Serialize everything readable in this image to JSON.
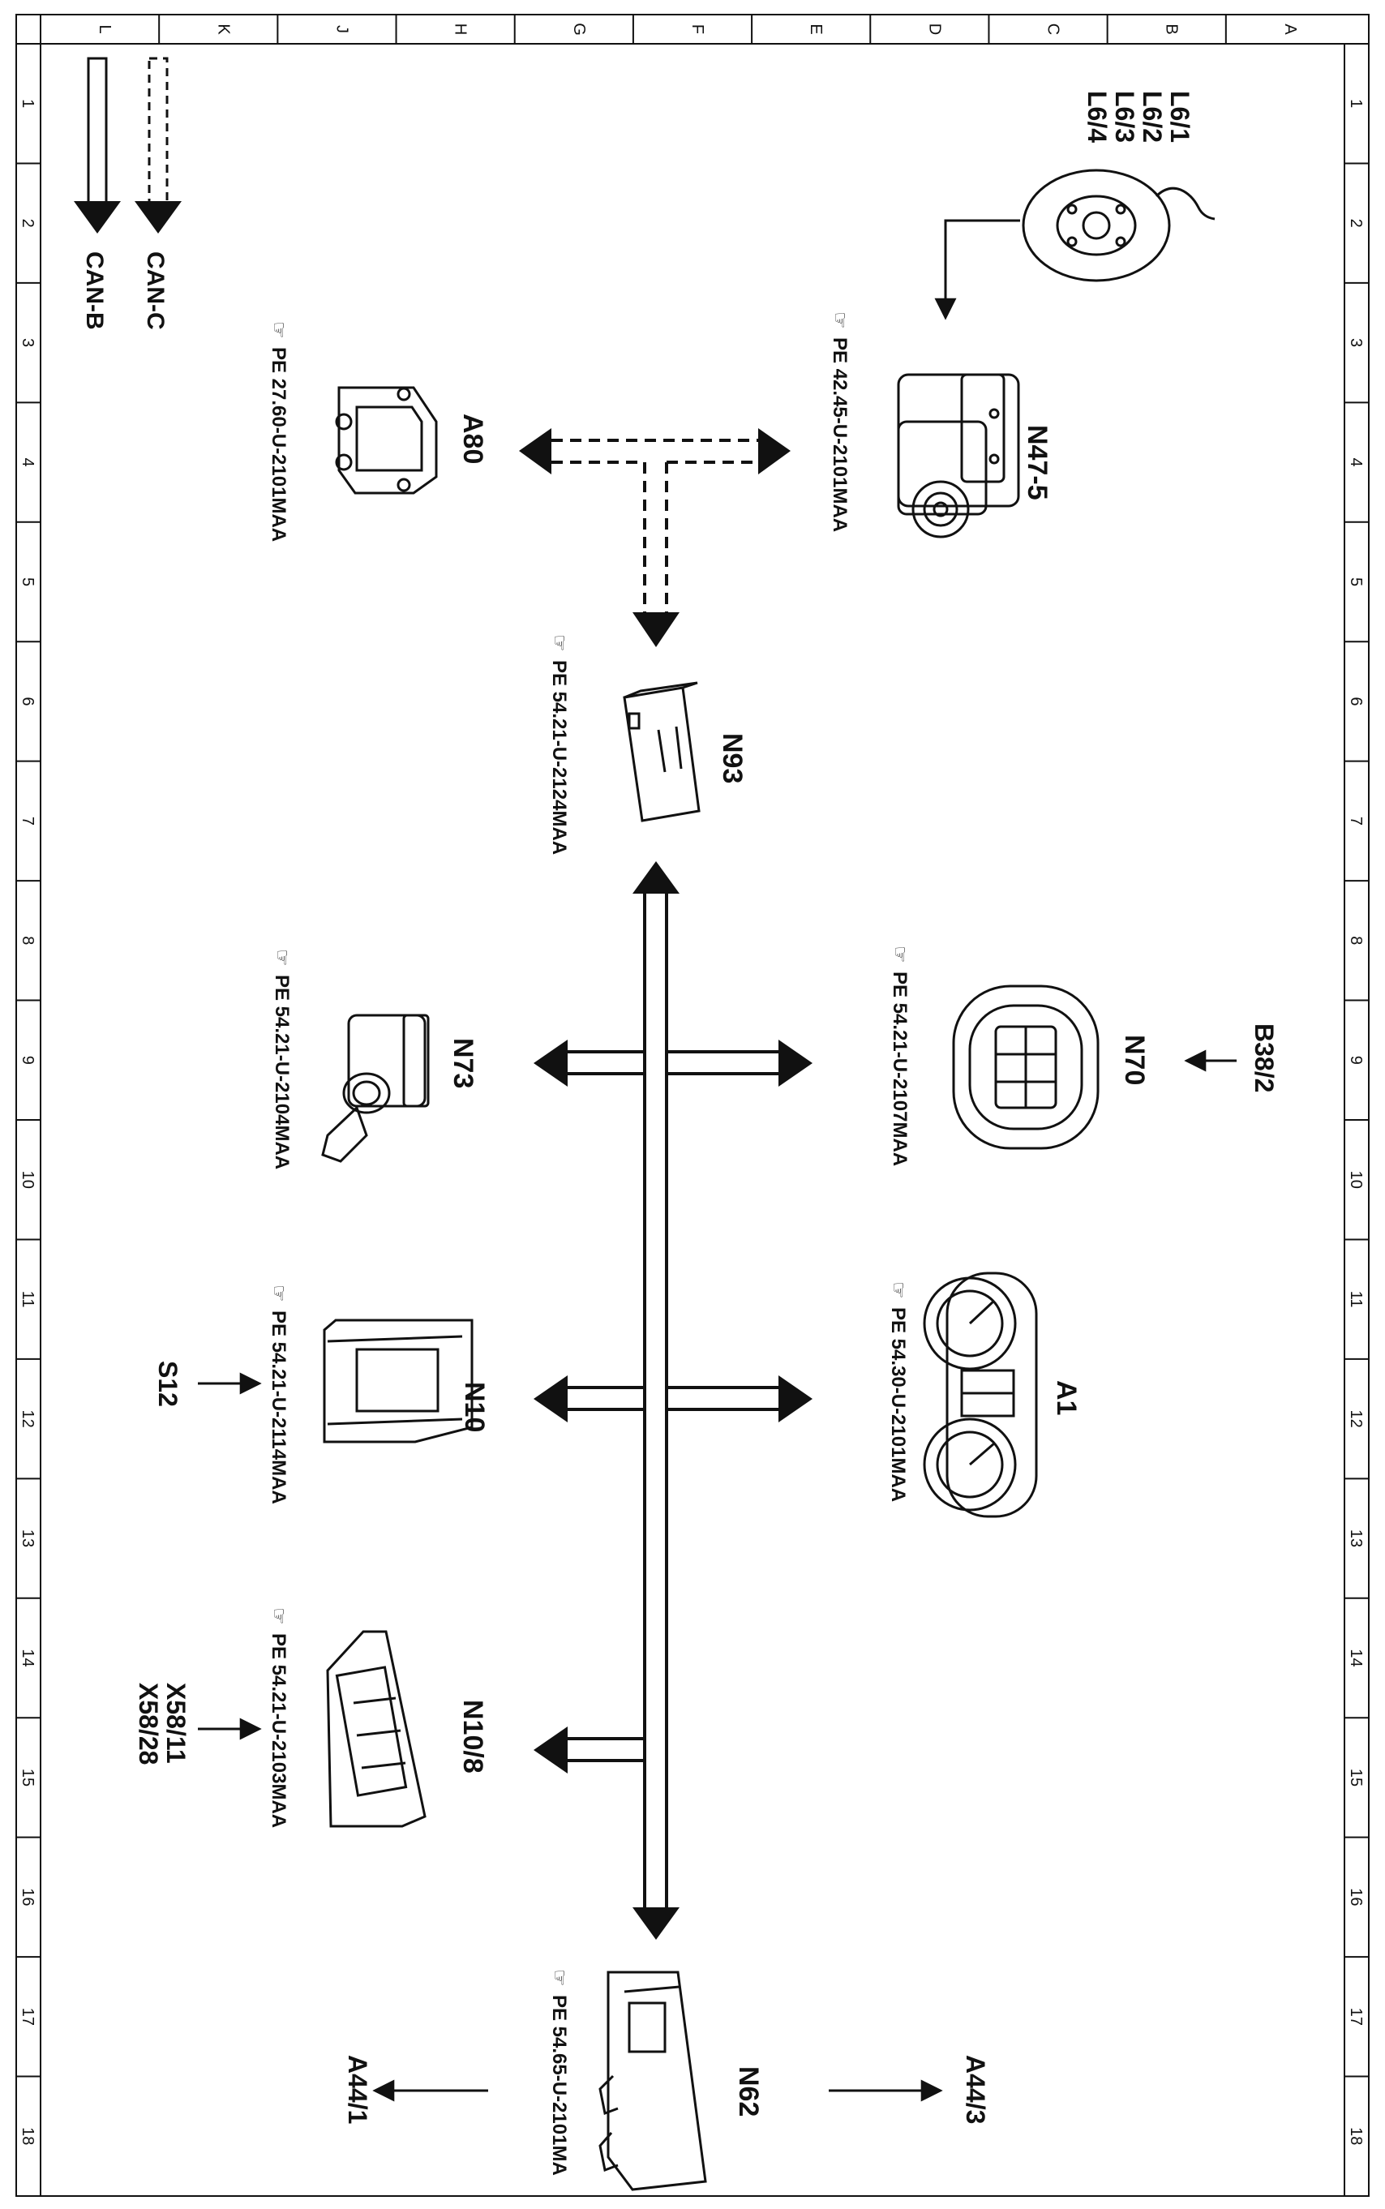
{
  "grid": {
    "letters": [
      "A",
      "B",
      "C",
      "D",
      "E",
      "F",
      "G",
      "H",
      "J",
      "K",
      "L"
    ],
    "numbers": [
      "1",
      "2",
      "3",
      "4",
      "5",
      "6",
      "7",
      "8",
      "9",
      "10",
      "11",
      "12",
      "13",
      "14",
      "15",
      "16",
      "17",
      "18"
    ]
  },
  "legend": {
    "can_c": "CAN-C",
    "can_b": "CAN-B"
  },
  "components": {
    "n47_5": {
      "label": "N47-5",
      "ref": "PE 42.45-U-2101MAA"
    },
    "a80": {
      "label": "A80",
      "ref": "PE 27.60-U-2101MAA"
    },
    "n93": {
      "label": "N93",
      "ref": "PE 54.21-U-2124MAA"
    },
    "n70": {
      "label": "N70",
      "ref": "PE 54.21-U-2107MAA"
    },
    "n73": {
      "label": "N73",
      "ref": "PE 54.21-U-2104MAA"
    },
    "a1": {
      "label": "A1",
      "ref": "PE 54.30-U-2101MAA"
    },
    "n10": {
      "label": "N10",
      "ref": "PE 54.21-U-2114MAA"
    },
    "n10_8": {
      "label": "N10/8",
      "ref": "PE 54.21-U-2103MAA"
    },
    "n62": {
      "label": "N62",
      "ref": "PE 54.65-U-2101MA"
    }
  },
  "external": {
    "sensors": [
      "L6/1",
      "L6/2",
      "L6/3",
      "L6/4"
    ],
    "b38_2": "B38/2",
    "s12": "S12",
    "x58": [
      "X58/11",
      "X58/28"
    ],
    "a44_3": "A44/3",
    "a44_1": "A44/1"
  }
}
